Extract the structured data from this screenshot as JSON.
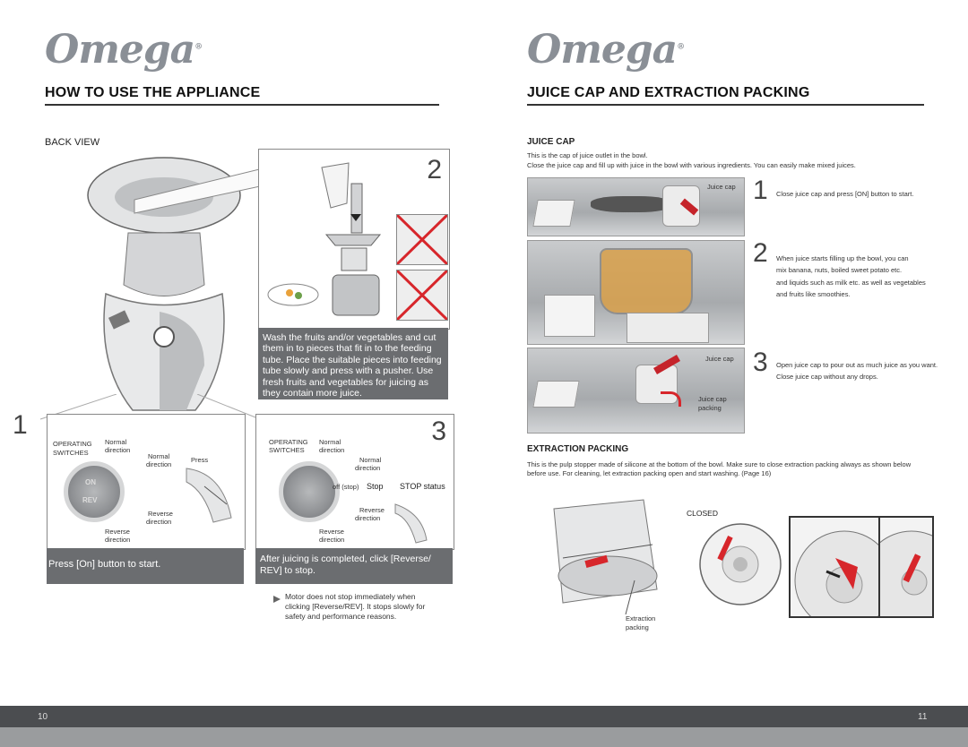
{
  "left": {
    "logo": "Omega",
    "logo_mark": "®",
    "heading": "HOW TO USE THE APPLIANCE",
    "back_view": "BACK VIEW",
    "step2_num": "2",
    "step2_text": "Wash the fruits and/or vegetables and cut them in to pieces that fit in to the feeding tube. Place the suitable pieces into feeding tube slowly and press with a pusher. Use fresh fruits and vegetables for juicing as they contain more juice.",
    "step1_num": "1",
    "step1": {
      "operating": "OPERATING",
      "switches": "SWITCHES",
      "normal_dir_1": "Normal",
      "normal_dir_2": "direction",
      "normal_right_1": "Normal",
      "normal_right_2": "direction",
      "press": "Press",
      "reverse_right_1": "Reverse",
      "reverse_right_2": "direction",
      "reverse_1": "Reverse",
      "reverse_2": "direction",
      "dial_on": "ON",
      "dial_rev": "REV",
      "caption": "Press [On] button to start."
    },
    "step3_num": "3",
    "step3": {
      "operating": "OPERATING",
      "switches": "SWITCHES",
      "normal_1": "Normal",
      "normal_2": "direction",
      "normal_right_1": "Normal",
      "normal_right_2": "direction",
      "off_stop": "off (stop)",
      "stop": "Stop",
      "stop_status": "STOP status",
      "reverse_right_1": "Reverse",
      "reverse_right_2": "direction",
      "reverse_1": "Reverse",
      "reverse_2": "direction",
      "caption": "After juicing is completed, click [Reverse/ REV] to stop."
    },
    "note": "Motor does not stop immediately when clicking [Reverse/REV]. It stops slowly for safety and performance reasons.",
    "page_number": "10"
  },
  "right": {
    "logo": "Omega",
    "logo_mark": "®",
    "heading": "JUICE CAP AND EXTRACTION PACKING",
    "juice_cap_title": "JUICE CAP",
    "juice_cap_line1": "This is the cap of juice outlet in the bowl.",
    "juice_cap_line2": "Close the juice cap and fill up with juice in the bowl with various ingredients. You can easily make mixed juices.",
    "photo1_label": "Juice cap",
    "step1_num": "1",
    "step1_text": "Close juice cap and press [ON] button to start.",
    "step2_num": "2",
    "step2_text1": "When juice starts filling up the bowl, you can",
    "step2_text2": "mix banana, nuts, boiled sweet potato etc.",
    "step2_text3": "and liquids such as milk etc. as well as vegetables",
    "step2_text4": "and fruits like smoothies.",
    "photo3_label": "Juice cap",
    "photo3_label2a": "Juice cap",
    "photo3_label2b": "packing",
    "step3_num": "3",
    "step3_text1": "Open juice cap to pour out as much juice as you want.",
    "step3_text2": "Close juice cap without any drops.",
    "extraction_title": "EXTRACTION PACKING",
    "extraction_text1": "This is the pulp stopper made of silicone at the bottom of the bowl. Make sure to close extraction packing always as shown below",
    "extraction_text2": "before use. For cleaning, let extraction packing open and start washing. (Page 16)",
    "closed_label": "CLOSED",
    "extraction_label1": "Extraction",
    "extraction_label2": "packing",
    "page_number": "11"
  },
  "colors": {
    "accent_red": "#d7262b",
    "gray_panel": "#6b6d70",
    "footer": "#4b4d50"
  }
}
